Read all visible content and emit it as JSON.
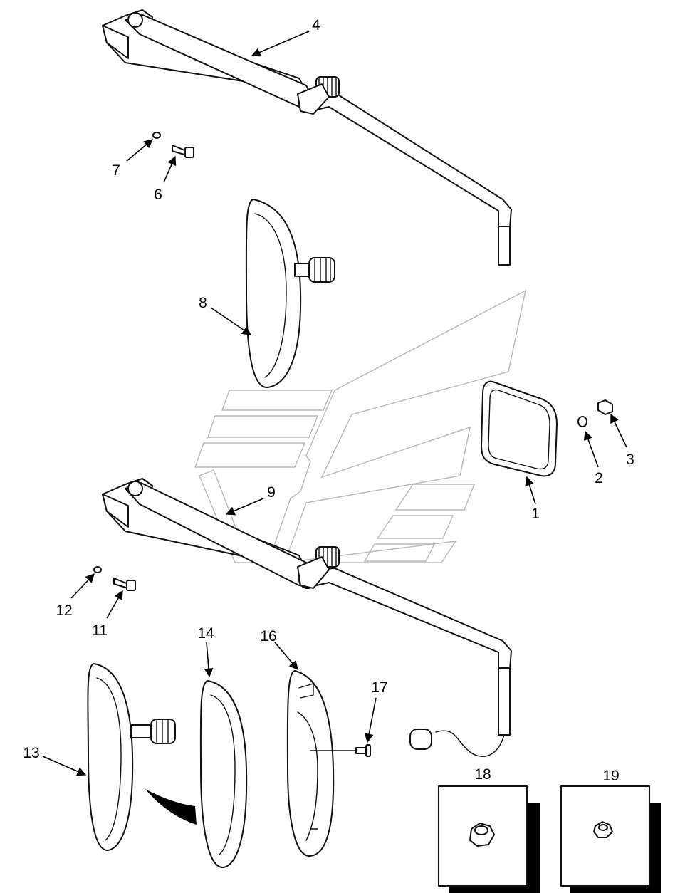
{
  "callouts": [
    {
      "id": "1",
      "text": "1"
    },
    {
      "id": "2",
      "text": "2"
    },
    {
      "id": "3",
      "text": "3"
    },
    {
      "id": "4",
      "text": "4"
    },
    {
      "id": "6",
      "text": "6"
    },
    {
      "id": "7",
      "text": "7"
    },
    {
      "id": "8",
      "text": "8"
    },
    {
      "id": "9",
      "text": "9"
    },
    {
      "id": "11",
      "text": "11"
    },
    {
      "id": "12",
      "text": "12"
    },
    {
      "id": "13",
      "text": "13"
    },
    {
      "id": "14",
      "text": "14"
    },
    {
      "id": "16",
      "text": "16"
    },
    {
      "id": "17",
      "text": "17"
    },
    {
      "id": "18",
      "text": "18"
    },
    {
      "id": "19",
      "text": "19"
    }
  ],
  "colors": {
    "line": "#111111",
    "watermark": "#b8b8b8",
    "background": "#ffffff"
  }
}
